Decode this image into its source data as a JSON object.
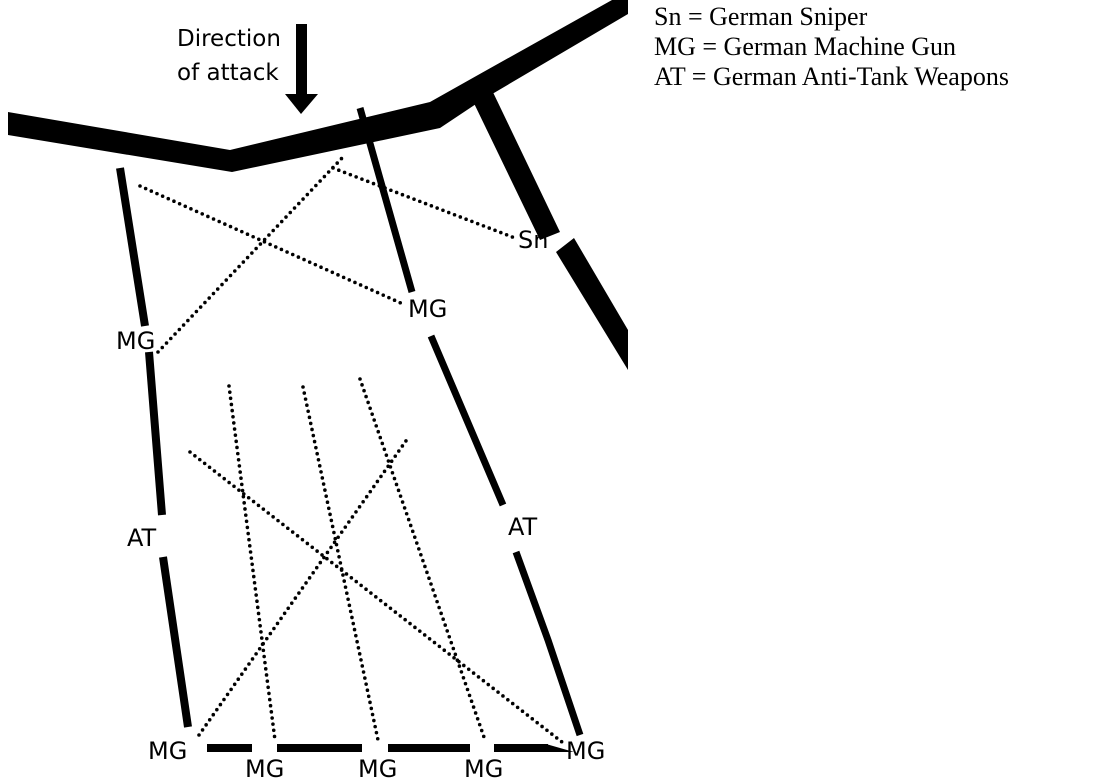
{
  "attack": {
    "line1": "Direction",
    "line2": "of attack"
  },
  "labels": {
    "sniper": "Sn",
    "mg_center": "MG",
    "mg_left": "MG",
    "at_left": "AT",
    "at_right": "AT",
    "mg_bottom_left": "MG",
    "mg_bottom_right": "MG",
    "mg_bottom_1": "MG",
    "mg_bottom_2": "MG",
    "mg_bottom_3": "MG"
  },
  "legend": [
    "Sn = German Sniper",
    "MG = German Machine Gun",
    "AT = German Anti-Tank Weapons"
  ]
}
